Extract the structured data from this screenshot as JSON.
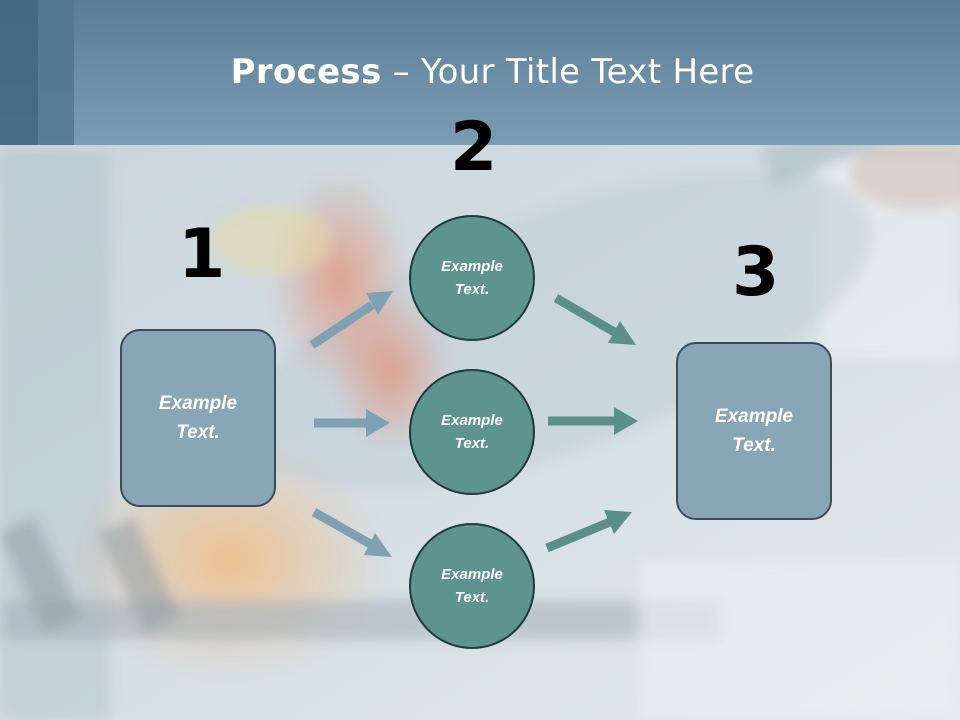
{
  "title": {
    "bold": "Process",
    "rest": " – Your Title Text Here"
  },
  "steps": {
    "one": "1",
    "two": "2",
    "three": "3"
  },
  "nodes": {
    "left_box": "Example\nText.",
    "circle_top": "Example\nText.",
    "circle_middle": "Example\nText.",
    "circle_bottom": "Example\nText.",
    "right_box": "Example\nText."
  },
  "colors": {
    "header": "#6f93a9",
    "box_fill": "#89a6b6",
    "circle_fill": "#5e9490",
    "arrow_blue": "#7ea2b4",
    "arrow_teal": "#5a8f8c"
  }
}
